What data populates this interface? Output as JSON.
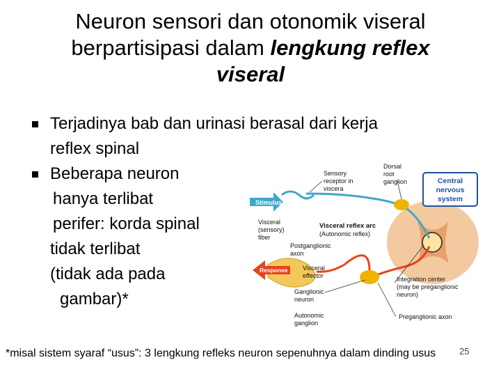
{
  "slide": {
    "title_line1": "Neuron sensori dan otonomik viseral",
    "title_line2_plain": "berpartisipasi dalam ",
    "title_line2_emph": "lengkung reflex",
    "title_line3_emph": "viseral",
    "bullets": [
      {
        "lines": [
          "Terjadinya bab dan urinasi berasal dari kerja",
          "reflex spinal"
        ]
      },
      {
        "lines": [
          "Beberapa neuron",
          "hanya terlibat",
          "perifer: korda spinal",
          "tidak terlibat",
          "(tidak ada pada",
          "gambar)*"
        ]
      }
    ],
    "footnote": "*misal sistem syaraf “usus”: 3 lengkung refleks neuron sepenuhnya dalam dinding usus",
    "page_number": "25"
  },
  "diagram": {
    "labels": {
      "sensory_receptor": [
        "Sensory",
        "receptor in",
        "viscera"
      ],
      "dorsal_root": [
        "Dorsal",
        "root",
        "ganglion"
      ],
      "cns": [
        "Central",
        "nervous",
        "system"
      ],
      "stimulus": "Stimulus",
      "visceral_sensory": [
        "Visceral",
        "(sensory)",
        "fiber"
      ],
      "reflex_arc": [
        "Visceral reflex arc",
        "(Autonomic reflex)"
      ],
      "postganglionic": [
        "Postganglionic",
        "axon"
      ],
      "response": "Response",
      "visceral_effector": [
        "Visceral",
        "effector"
      ],
      "integration": [
        "Integration center",
        "(may be preganglionic",
        "neuron)"
      ],
      "ganglionic": [
        "Ganglionic",
        "neuron"
      ],
      "autonomic_ganglion": [
        "Autonomic",
        "ganglion"
      ],
      "preganglionic": "Preganglionic axon"
    },
    "colors": {
      "sensory": "#3fa6cc",
      "motor": "#e8431c",
      "ganglion": "#f0b400",
      "cns_box": "#1e4f9e",
      "spinal": "#f3c9a0"
    }
  }
}
